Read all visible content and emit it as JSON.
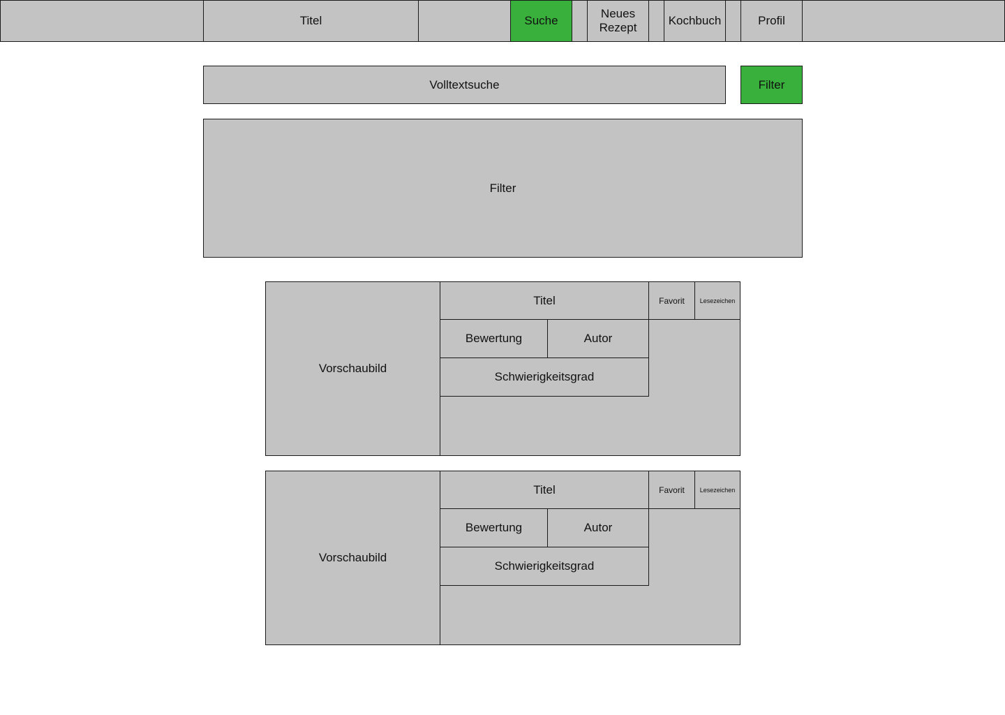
{
  "colors": {
    "panel": "#c3c3c3",
    "accent": "#38b03b",
    "border": "#1a1a1a"
  },
  "header": {
    "title": "Titel",
    "nav": {
      "search": "Suche",
      "new_recipe": "Neues Rezept",
      "cookbook": "Kochbuch",
      "profile": "Profil"
    }
  },
  "search": {
    "fulltext_label": "Volltextsuche",
    "filter_button": "Filter"
  },
  "filter_panel": {
    "label": "Filter"
  },
  "results": [
    {
      "preview": "Vorschaubild",
      "title": "Titel",
      "favorite": "Favorit",
      "bookmark": "Lesezeichen",
      "rating": "Bewertung",
      "author": "Autor",
      "difficulty": "Schwierigkeitsgrad"
    },
    {
      "preview": "Vorschaubild",
      "title": "Titel",
      "favorite": "Favorit",
      "bookmark": "Lesezeichen",
      "rating": "Bewertung",
      "author": "Autor",
      "difficulty": "Schwierigkeitsgrad"
    }
  ]
}
